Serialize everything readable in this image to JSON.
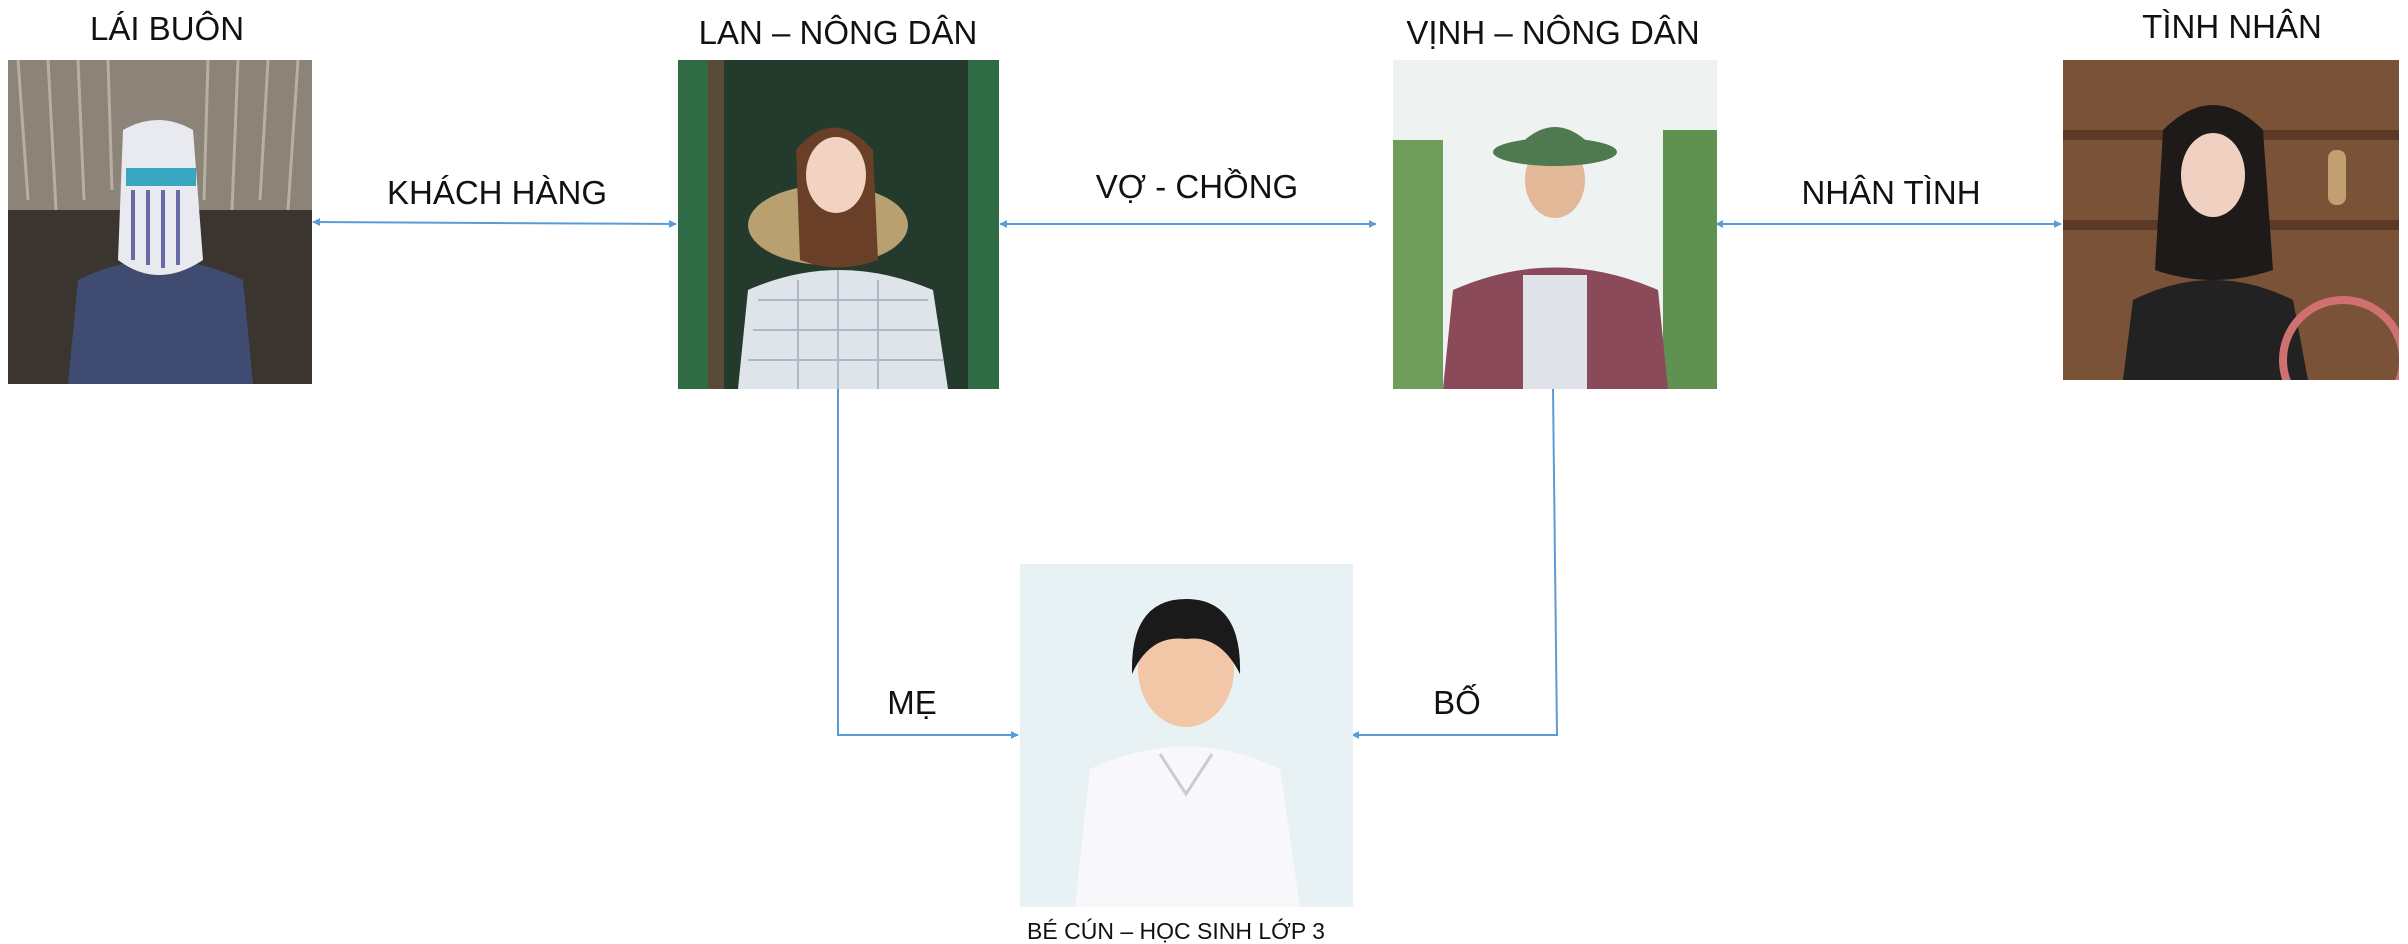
{
  "people": {
    "lai_buon": {
      "caption": "LÁI BUÔN"
    },
    "lan": {
      "caption": "LAN – NÔNG DÂN"
    },
    "vinh": {
      "caption": "VỊNH – NÔNG DÂN"
    },
    "tinh_nhan": {
      "caption": "TÌNH NHÂN"
    },
    "be_cun": {
      "caption": "BÉ CÚN – HỌC SINH LỚP 3"
    }
  },
  "relations": {
    "khach_hang": "KHÁCH HÀNG",
    "vo_chong": "VỢ - CHỒNG",
    "nhan_tinh": "NHÂN TÌNH",
    "me": "MẸ",
    "bo": "BỐ"
  },
  "colors": {
    "connector": "#5b9bd5"
  }
}
